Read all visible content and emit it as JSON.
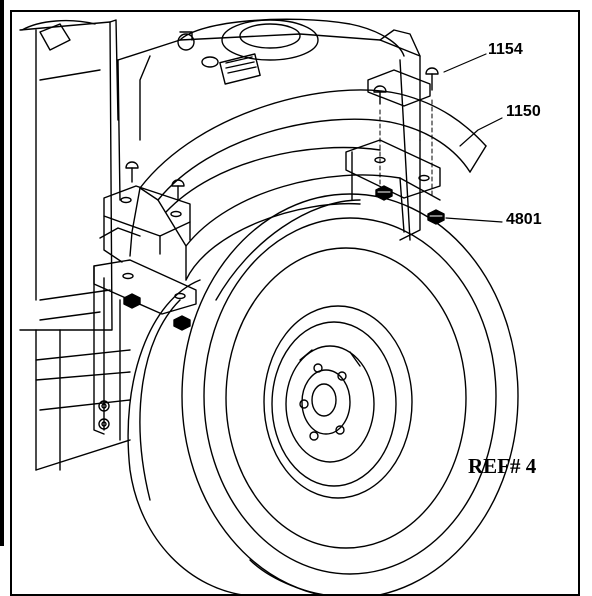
{
  "figure": {
    "callouts": [
      {
        "id": "part-1154",
        "label": "1154"
      },
      {
        "id": "part-1150",
        "label": "1150"
      },
      {
        "id": "part-4801",
        "label": "4801"
      }
    ],
    "reference": "REF# 4",
    "line_color": "#000000",
    "background": "#ffffff"
  }
}
